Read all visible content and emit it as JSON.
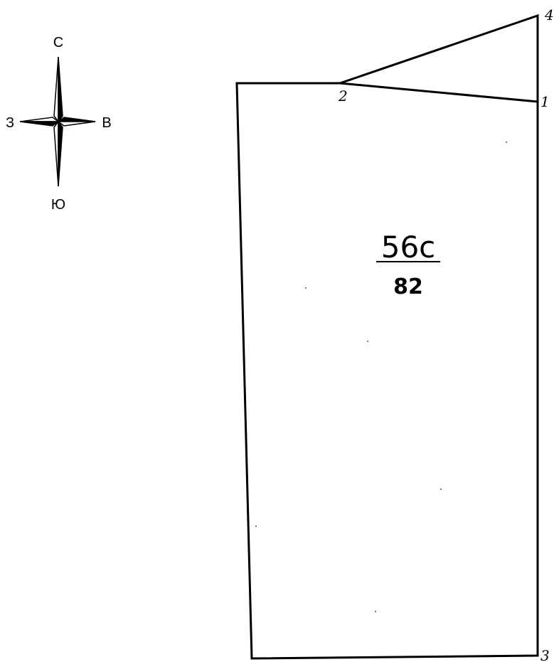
{
  "compass": {
    "north": "С",
    "south": "Ю",
    "west": "З",
    "east": "В"
  },
  "parcel": {
    "number": "56с",
    "area": "82"
  },
  "points": {
    "p1": "1",
    "p2": "2",
    "p3": "3",
    "p4": "4"
  },
  "colors": {
    "ink": "#000000",
    "paper": "#ffffff"
  }
}
